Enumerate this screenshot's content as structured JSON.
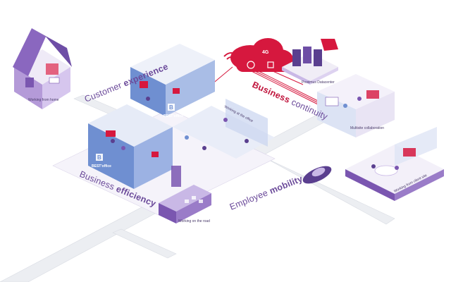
{
  "labels": {
    "customer_experience_a": "Customer",
    "customer_experience_b": "experience",
    "business_continuity_a": "Business",
    "business_continuity_b": "continuity",
    "business_efficiency_a": "Business",
    "business_efficiency_b": "efficiency",
    "employee_mobility_a": "Employee",
    "employee_mobility_b": "mobility"
  },
  "places": {
    "home": "Working from home",
    "office": "Working at the office",
    "datacenter": "Proximus Datacenter",
    "collab": "Multisite collaboration",
    "client": "Working from client site",
    "road": "Working on the road"
  },
  "brand": {
    "logo_a": "BEST",
    "logo_b": "office",
    "cloud": "4G"
  },
  "colors": {
    "purple": "#7a56b0",
    "light_purple": "#c9b8e6",
    "blue": "#6f8fd1",
    "red": "#d6183e",
    "road": "#eceef2"
  }
}
